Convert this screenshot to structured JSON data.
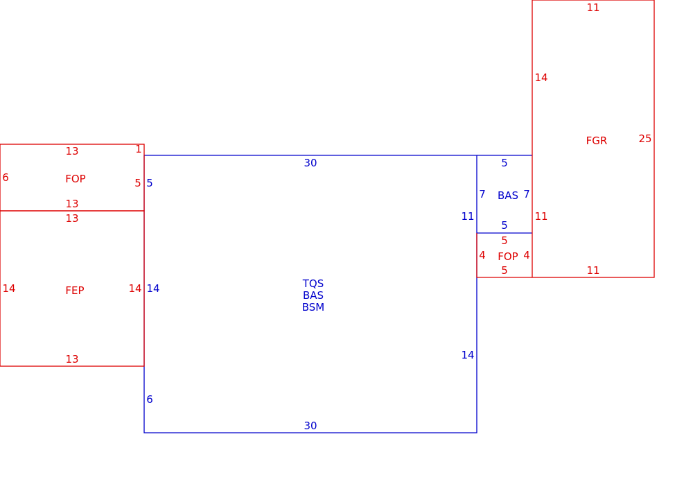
{
  "colors": {
    "main_building": "#0000cc",
    "addition": "#dd0000"
  },
  "areas": {
    "main": {
      "lines": [
        "TQS",
        "BAS",
        "BSM"
      ],
      "dims": {
        "top": "30",
        "bottom": "30",
        "left_upper": "5",
        "left_mid": "14",
        "left_lower": "6",
        "right_upper": "11",
        "right_lower": "14"
      }
    },
    "fop_left": {
      "name": "FOP",
      "dims": {
        "top": "13",
        "top_right": "1",
        "left": "6",
        "right": "5",
        "bottom": "13"
      }
    },
    "fep": {
      "name": "FEP",
      "dims": {
        "top": "13",
        "left": "14",
        "right": "14",
        "bottom": "13"
      }
    },
    "bas_small": {
      "name": "BAS",
      "dims": {
        "top": "5",
        "left": "7",
        "right": "7",
        "bottom": "5"
      }
    },
    "fop_right": {
      "name": "FOP",
      "dims": {
        "top": "5",
        "left": "4",
        "right": "4",
        "bottom": "5"
      }
    },
    "fgr": {
      "name": "FGR",
      "dims": {
        "top": "11",
        "left_upper": "14",
        "left_lower": "11",
        "right": "25",
        "bottom": "11"
      }
    }
  }
}
